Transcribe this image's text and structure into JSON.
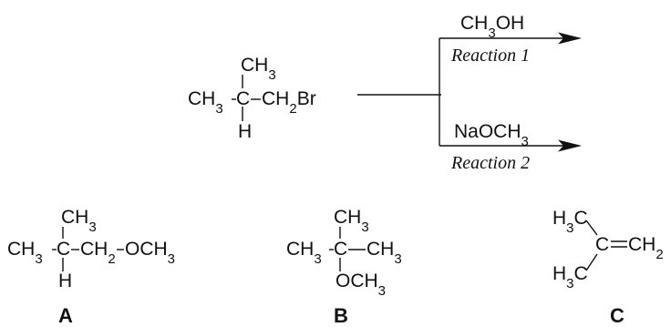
{
  "reactant": {
    "top": "CH3",
    "left": "CH3",
    "carbon": "C",
    "right": "CH2Br",
    "bottom": "H"
  },
  "reaction_1": {
    "reagent": "CH3OH",
    "name": "Reaction 1"
  },
  "reaction_2": {
    "reagent": "NaOCH3",
    "name": "Reaction 2"
  },
  "products": [
    {
      "label": "A",
      "top": "CH3",
      "left": "CH3",
      "carbon": "C",
      "right_1": "CH2",
      "right_2": "OCH3",
      "bottom": "H"
    },
    {
      "label": "B",
      "top": "CH3",
      "left": "CH3",
      "carbon": "C",
      "right": "CH3",
      "bottom": "OCH3"
    },
    {
      "label": "C",
      "upper_methyl": "H3C",
      "lower_methyl": "H3C",
      "carbon": "C",
      "alkene_end": "CH2"
    }
  ]
}
